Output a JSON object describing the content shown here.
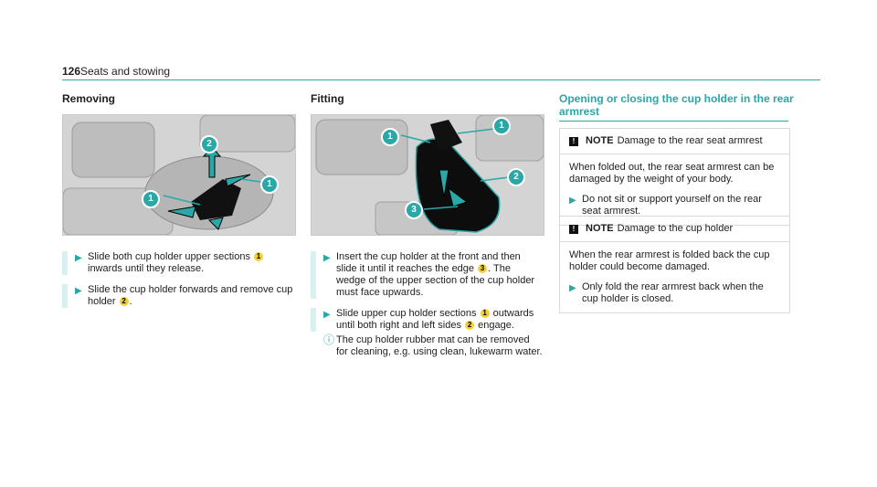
{
  "header": {
    "page_number": "126",
    "section": "Seats and stowing"
  },
  "removing": {
    "heading": "Removing",
    "steps": [
      {
        "pre": "Slide both cup holder upper sections",
        "num": "1",
        "post": "inwards until they release."
      },
      {
        "pre": "Slide the cup holder forwards and remove cup holder",
        "num": "2",
        "post": "."
      }
    ],
    "callouts": [
      "1",
      "2"
    ]
  },
  "fitting": {
    "heading": "Fitting",
    "steps": [
      {
        "pre": "Insert the cup holder at the front and then slide it until it reaches the edge",
        "num": "3",
        "post": ". The wedge of the upper section of the cup holder must face upwards."
      },
      {
        "pre": "Slide upper cup holder sections",
        "num": "1",
        "mid": "outwards until both right and left sides",
        "num2": "2",
        "post": "engage."
      }
    ],
    "info": "The cup holder rubber mat can be removed for cleaning, e.g. using clean, lukewarm water.",
    "callouts": [
      "1",
      "1",
      "2",
      "3"
    ]
  },
  "opening": {
    "title": "Opening or closing the cup holder in the rear armrest",
    "notices": [
      {
        "label": "NOTE",
        "heading": "Damage to the rear seat armrest",
        "body": "When folded out, the rear seat armrest can be damaged by the weight of your body.",
        "step": "Do not sit or support yourself on the rear seat armrest."
      },
      {
        "label": "NOTE",
        "heading": "Damage to the cup holder",
        "body": "When the rear armrest is folded back the cup holder could become damaged.",
        "step": "Only fold the rear armrest back when the cup holder is closed."
      }
    ]
  },
  "colors": {
    "accent": "#2aa7a7",
    "callout": "#f2d03a",
    "highlight": "#d7f0f0"
  }
}
